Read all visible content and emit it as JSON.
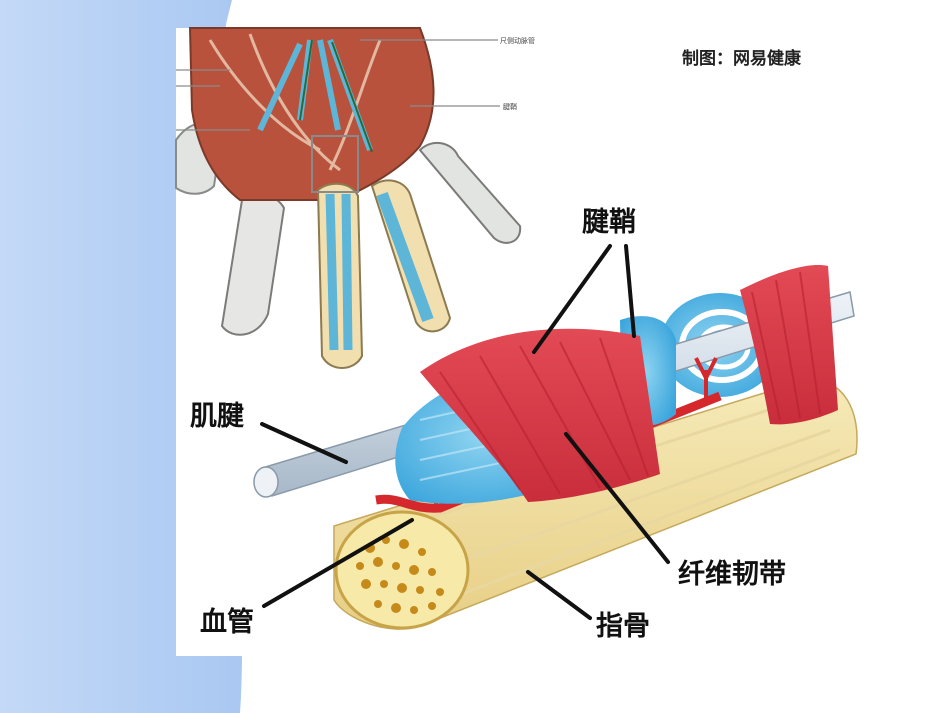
{
  "credit": "制图：网易健康",
  "small_labels": [
    "尺侧动脉管",
    "腱鞘"
  ],
  "labels": {
    "tendon_sheath": "腱鞘",
    "tendon": "肌腱",
    "fibrous_band": "纤维韧带",
    "blood_vessel": "血管",
    "phalanx": "指骨"
  }
}
